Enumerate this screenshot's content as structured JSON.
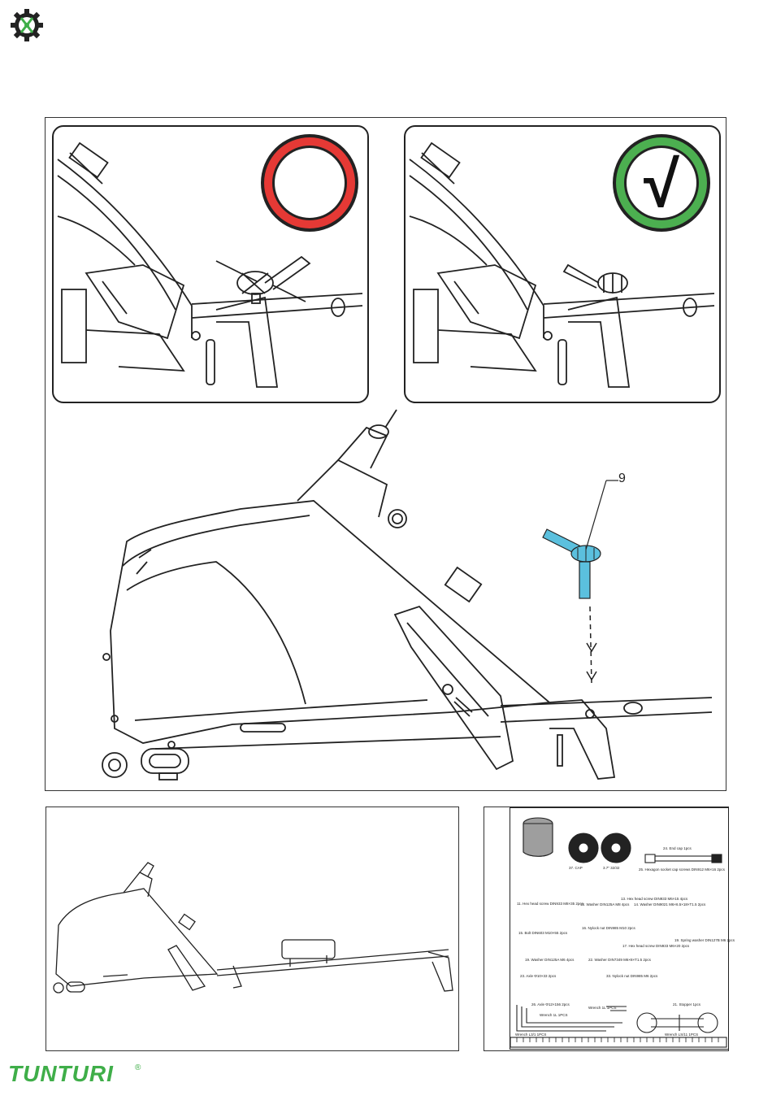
{
  "brand": {
    "name": "TUNTURI",
    "mark": "®",
    "color": "#3fae49"
  },
  "header": {
    "icon": "gear-wrench-icon"
  },
  "panels": {
    "wrong": {
      "indicator": "red-circle-icon",
      "color": "#e53935"
    },
    "correct": {
      "indicator": "checkmark-icon",
      "symbol": "√",
      "color": "#4caf50"
    }
  },
  "main_diagram": {
    "part_callout": "9",
    "highlight_color": "#5bc0de"
  },
  "parts_list": {
    "items": [
      "24. End cap 1pcs",
      "25. Hexagon socket cap screws DIN912 M6×16 2pcs",
      "13. Hex head screw DIN933 M6×15 4pcs",
      "11. Hex head screw DIN933 M8×35 2pcs",
      "12. Washer DIN125A M8 4pcs",
      "14. Washer DIN9021 M6×6.5×18×T1.5 2pcs",
      "15. Bolt DIN603 M10×55 2pcs",
      "16. Nylock nut DIN985 M10 2pcs",
      "19. Spring washer DIN127B M6 2pcs",
      "17. Hex head screw DIN933 M6×20 2pcs",
      "19. Washer DIN125A M6 4pcs",
      "22. Washer DIN7349 M6×8×T1.5 2pcs",
      "23. Axle Φ10×33 2pcs",
      "33. Nylock nut DIN985 M6 2pcs",
      "26. Axle Φ12×156 2pcs",
      "Wrench 1L 1PCS",
      "Wrench 1L 1PCS",
      "Wrench L3/1 1PCS",
      "Wrench LS/11 1PCS",
      "21. Stopper 1pcs"
    ],
    "cap_labels": [
      "37. CAP",
      "3.7\" 32/32"
    ]
  }
}
